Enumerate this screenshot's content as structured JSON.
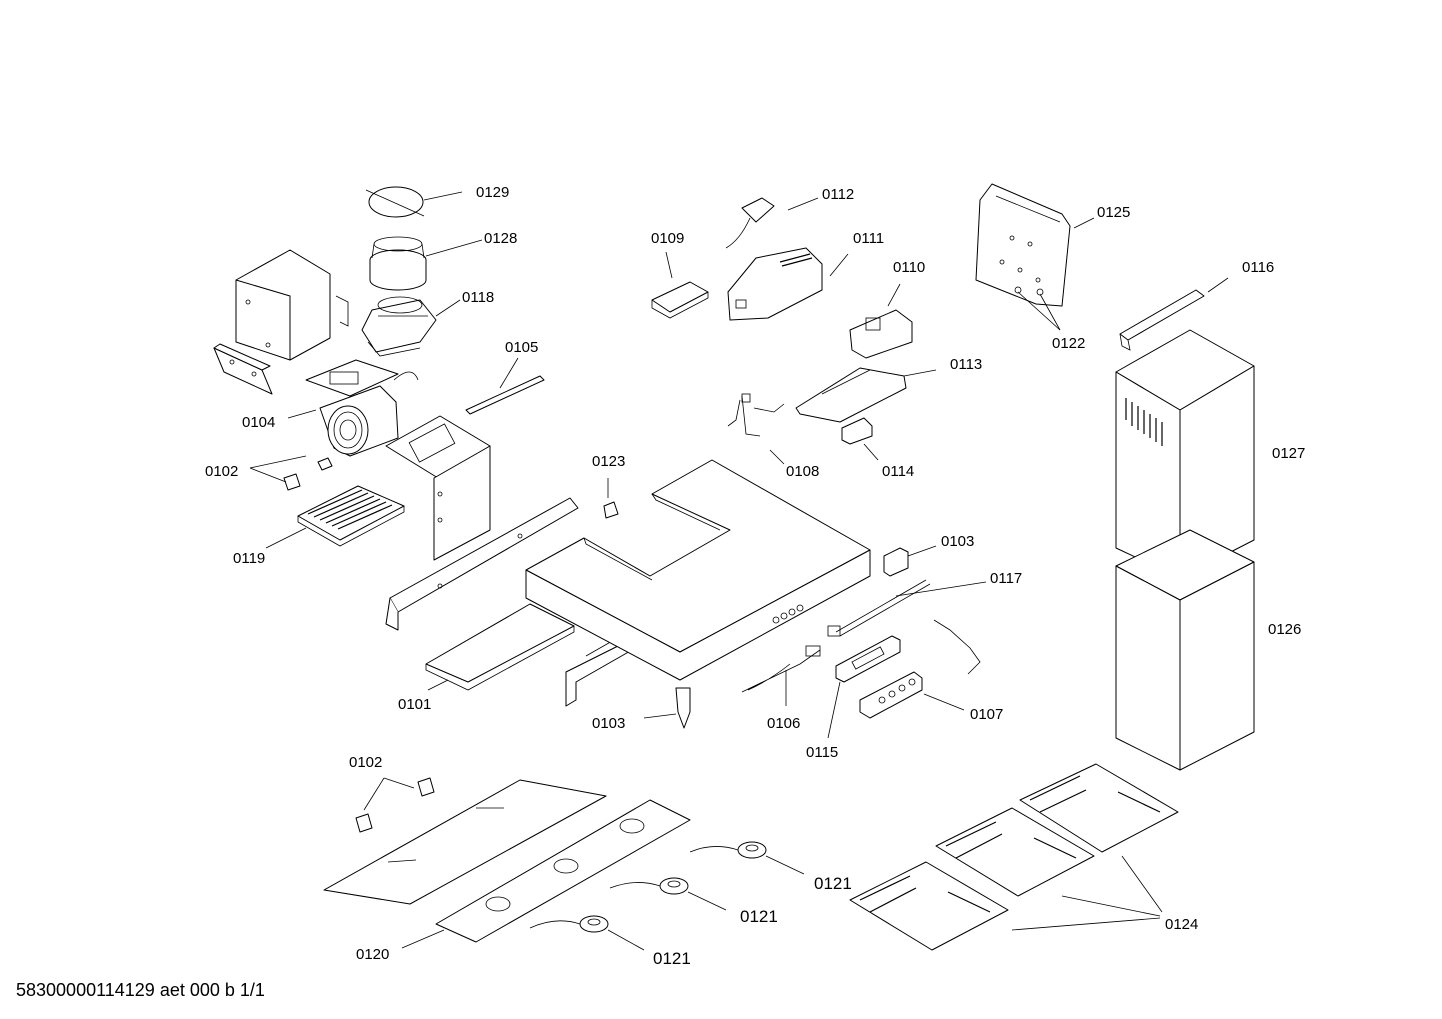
{
  "labels": {
    "p0129": "0129",
    "p0128": "0128",
    "p0118": "0118",
    "p0105": "0105",
    "p0104": "0104",
    "p0102a": "0102",
    "p0119": "0119",
    "p0109": "0109",
    "p0112": "0112",
    "p0111": "0111",
    "p0110": "0110",
    "p0113": "0113",
    "p0108": "0108",
    "p0114": "0114",
    "p0123": "0123",
    "p0125": "0125",
    "p0122": "0122",
    "p0116": "0116",
    "p0127": "0127",
    "p0126": "0126",
    "p0103a": "0103",
    "p0117": "0117",
    "p0101": "0101",
    "p0103b": "0103",
    "p0106": "0106",
    "p0115": "0115",
    "p0107": "0107",
    "p0102b": "0102",
    "p0120": "0120",
    "p0121a": "0121",
    "p0121b": "0121",
    "p0121c": "0121",
    "p0124": "0124"
  },
  "footer": "58300000114129 aet 000 b 1/1"
}
